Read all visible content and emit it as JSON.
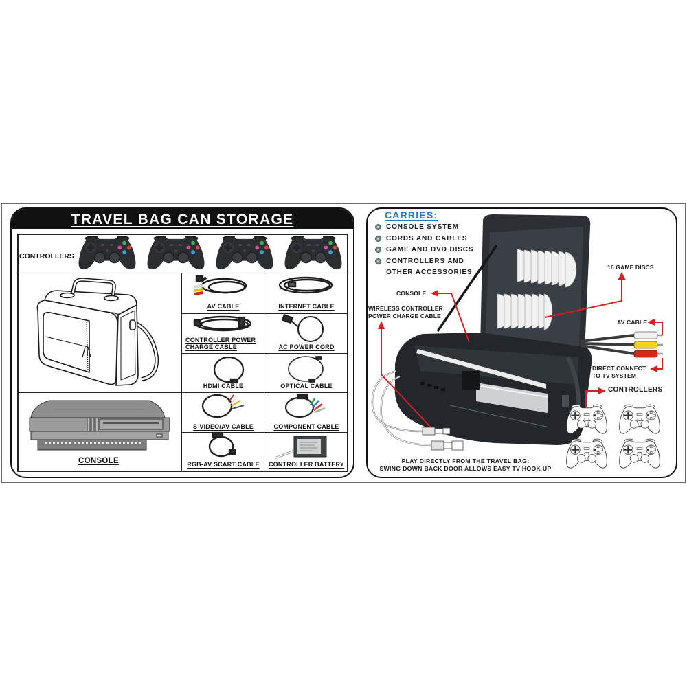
{
  "colors": {
    "accent_red": "#d42020",
    "carries_blue": "#1e78c8",
    "header_bg": "#111111"
  },
  "storage_panel": {
    "title": "TRAVEL BAG CAN STORAGE",
    "controllers_label": "CONTROLLERS",
    "controllers": [
      "gamepad-icon",
      "gamepad-icon",
      "gamepad-icon",
      "gamepad-icon"
    ],
    "bag_illustration": "travel-bag-icon",
    "console_label": "CONSOLE",
    "console_illustration": "game-console-icon",
    "accessories": [
      {
        "label": "AV CABLE",
        "icon": "av-cable-icon"
      },
      {
        "label": "INTERNET CABLE",
        "icon": "internet-cable-icon"
      },
      {
        "label_lines": [
          "CONTROLLER POWER",
          "CHARGE CABLE"
        ],
        "icon": "charge-cable-icon"
      },
      {
        "label": "AC POWER CORD",
        "icon": "power-cord-icon"
      },
      {
        "label": "HDMI CABLE",
        "icon": "hdmi-cable-icon"
      },
      {
        "label": "OPTICAL CABLE",
        "icon": "optical-cable-icon"
      },
      {
        "label": "S-VIDEO/AV CABLE",
        "icon": "svideo-cable-icon"
      },
      {
        "label": "COMPONENT CABLE",
        "icon": "component-cable-icon"
      },
      {
        "label": "RGB-AV SCART CABLE",
        "icon": "scart-cable-icon"
      },
      {
        "label": "CONTROLLER BATTERY",
        "icon": "battery-icon"
      }
    ]
  },
  "carries_panel": {
    "title": "CARRIES:",
    "items": [
      {
        "lines": [
          "CONSOLE SYSTEM"
        ]
      },
      {
        "lines": [
          "CORDS AND CABLES"
        ]
      },
      {
        "lines": [
          "GAME AND DVD DISCS"
        ]
      },
      {
        "lines": [
          "CONTROLLERS AND",
          "OTHER ACCESSORIES"
        ]
      }
    ],
    "callouts": {
      "console": "CONSOLE",
      "wireless_cable": [
        "WIRELESS CONTROLLER",
        "POWER CHARGE CABLE"
      ],
      "game_discs": "16 GAME DISCS",
      "av_cable": "AV CABLE",
      "direct_connect": [
        "DIRECT CONNECT",
        "TO TV SYSTEM"
      ],
      "controllers": "CONTROLLERS"
    },
    "caption": [
      "PLAY DIRECTLY FROM THE TRAVEL BAG:",
      "SWING DOWN BACK DOOR ALLOWS EASY TV HOOK UP"
    ],
    "av_plug_colors": [
      "#f2f2f2",
      "#f2d21a",
      "#d8261e"
    ]
  }
}
